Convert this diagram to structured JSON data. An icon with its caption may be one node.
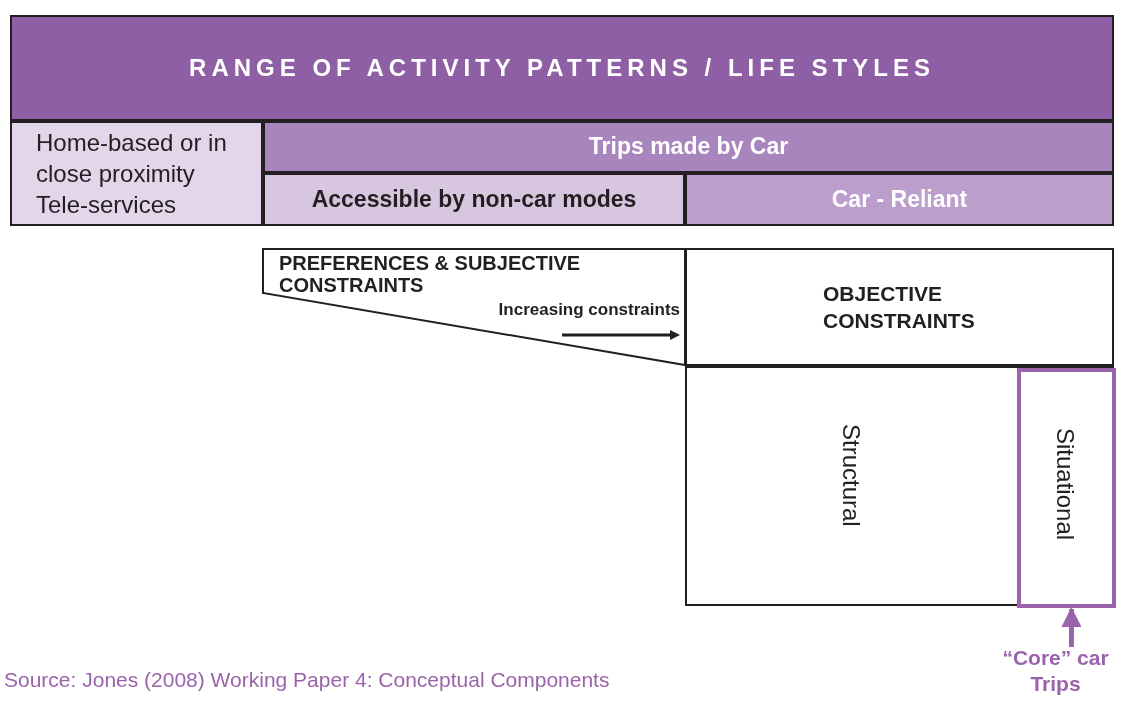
{
  "diagram": {
    "caption": "Source: Jones (2008) Working Paper 4: Conceptual Components",
    "nodes": [
      {
        "text": [
          "RANGE OF ACTIVITY PATTERNS / LIFE STYLES"
        ]
      },
      {
        "text": [
          "Home-based or in close proximity Tele-services"
        ]
      },
      {
        "text": [
          "Trips made by Car"
        ]
      },
      {
        "text": [
          "Accessible by non-car modes"
        ]
      },
      {
        "text": [
          "Car - Reliant"
        ]
      },
      {
        "text": [
          "PREFERENCES & SUBJECTIVE CONSTRAINTS",
          "Increasing constraints"
        ]
      },
      {
        "text": [
          "OBJECTIVE CONSTRAINTS"
        ]
      },
      {
        "text": [
          "Structural"
        ]
      },
      {
        "text": [
          "Situational"
        ],
        "in": 7
      },
      {
        "text": [
          "“Core” car Trips"
        ]
      }
    ],
    "edges": [
      {
        "from": 9,
        "to": 8,
        "arrow": "to",
        "color": "#9b63ac"
      }
    ]
  }
}
